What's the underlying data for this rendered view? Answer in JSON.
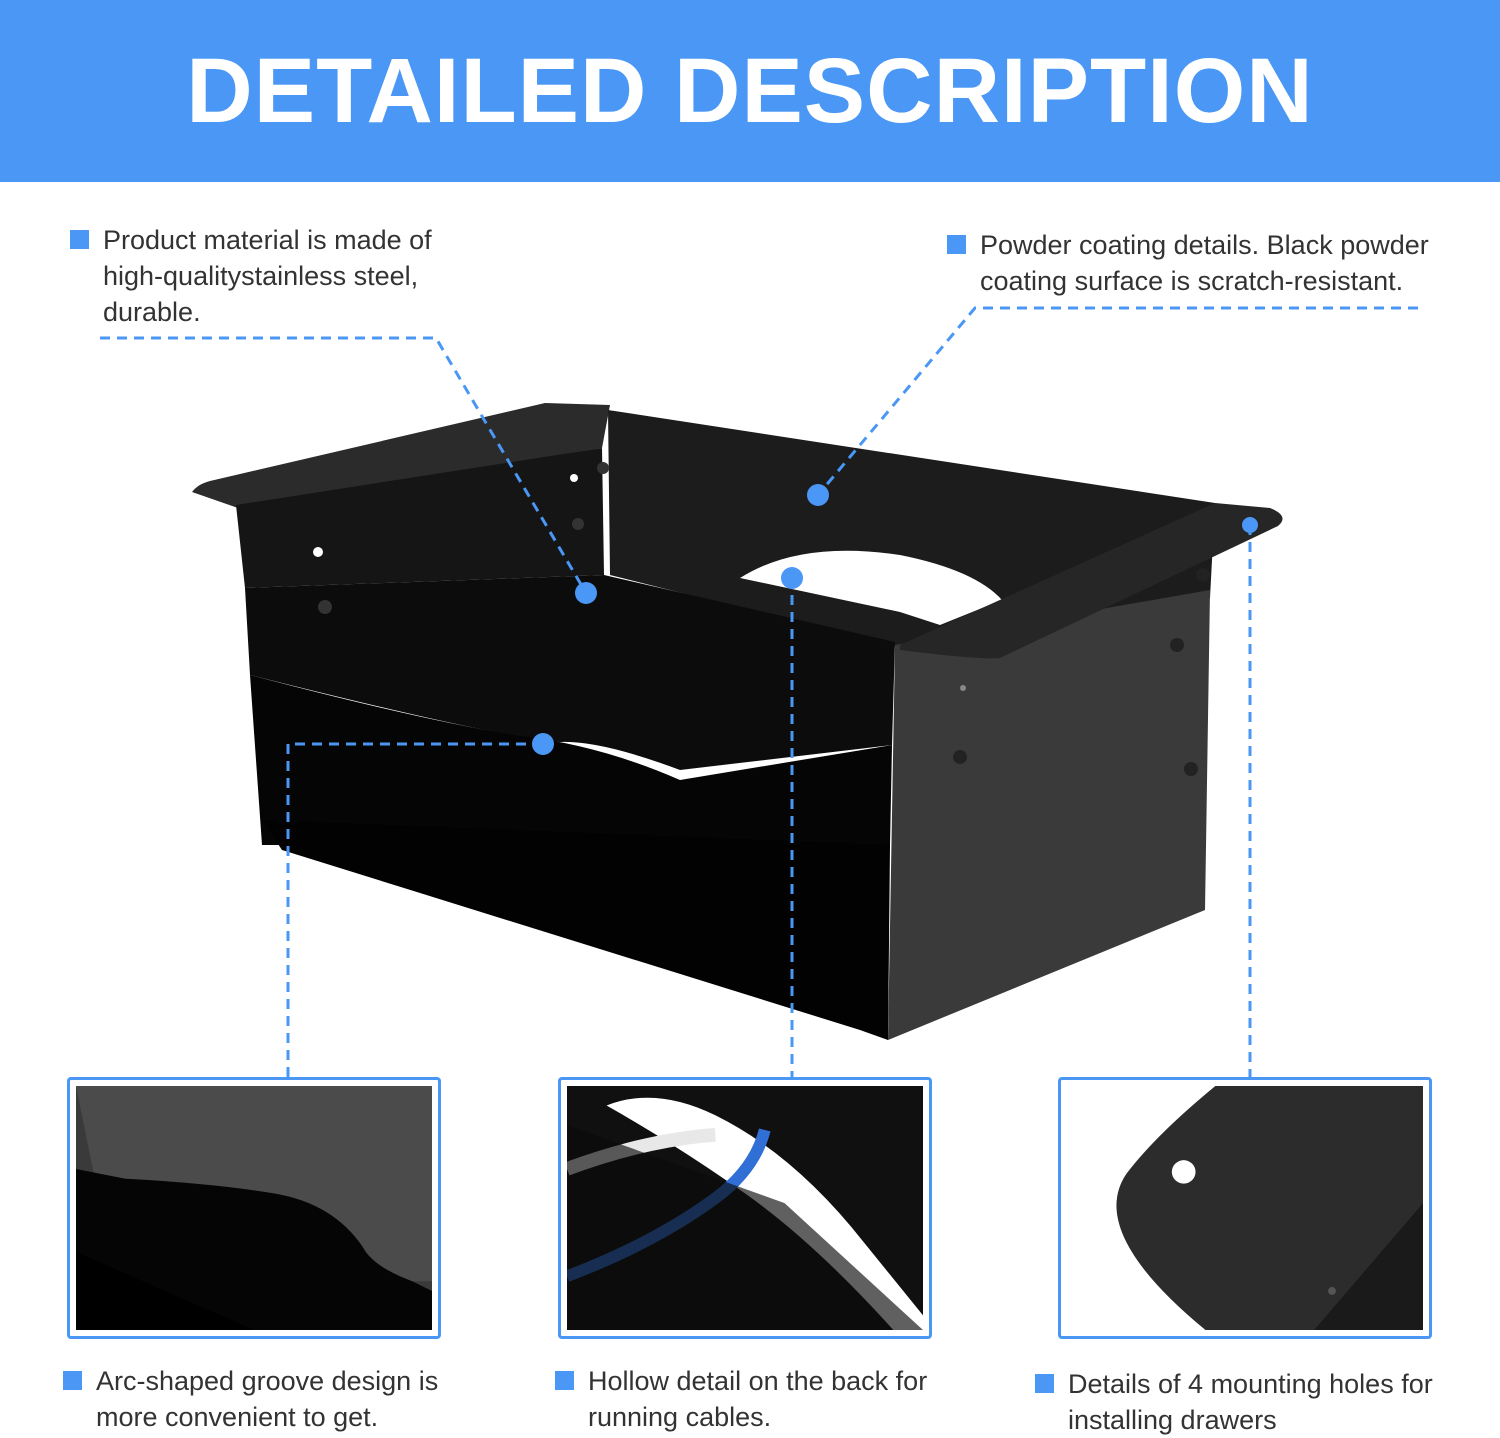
{
  "header": {
    "title": "DETAILED DESCRIPTION"
  },
  "callouts": {
    "material": "Product material is made of\nhigh-qualitystainless steel,\ndurable.",
    "coating": "Powder coating details. Black powder\ncoating surface is scratch-resistant.",
    "groove": "Arc-shaped groove design is\nmore convenient to get.",
    "hollow": "Hollow detail on the back for\nrunning cables.",
    "holes": "Details of  4 mounting holes for\ninstalling drawers"
  },
  "colors": {
    "accent": "#4a97f5",
    "product": "#1a1a1a"
  }
}
